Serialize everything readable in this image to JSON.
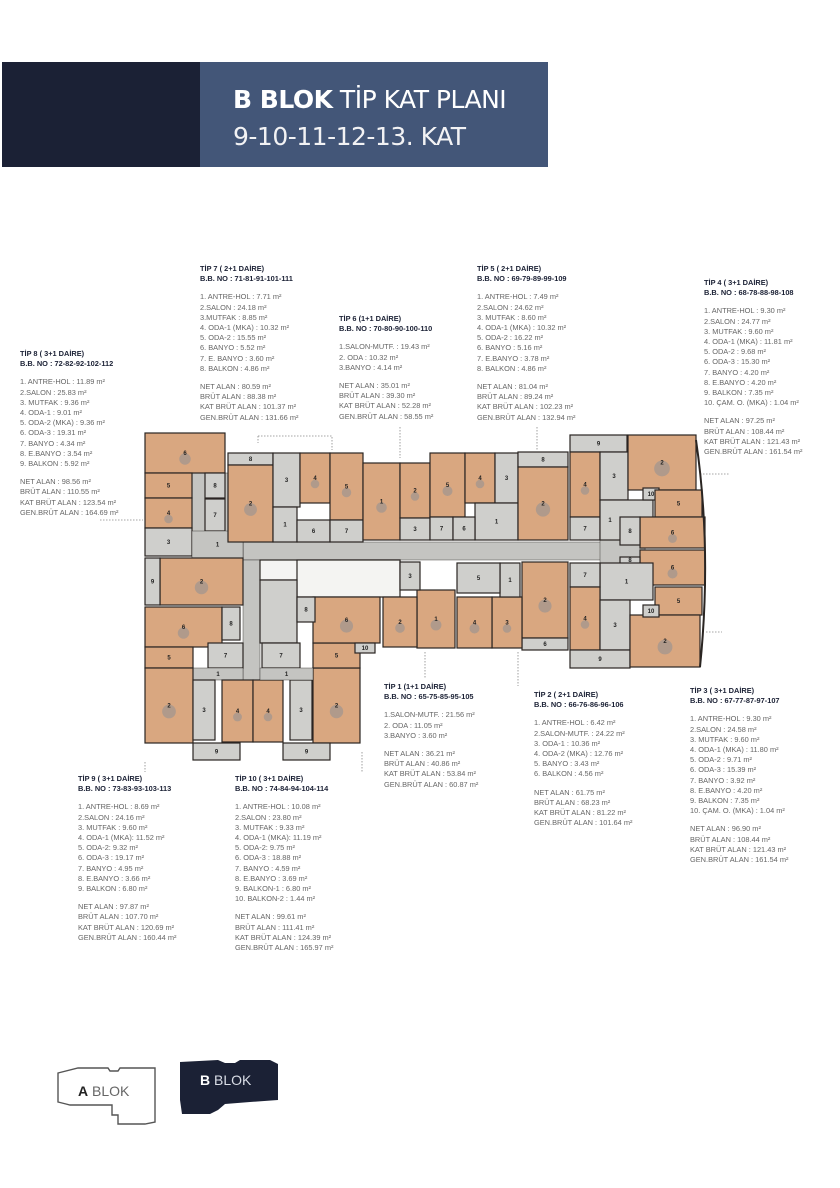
{
  "header": {
    "title_bold": "B BLOK",
    "title_rest": " TİP KAT PLANI",
    "subtitle": "9-10-11-12-13. KAT",
    "colors": {
      "dark": "#1b2135",
      "blue": "#435678"
    }
  },
  "units": [
    {
      "id": "tip-8",
      "title": "TİP 8 ( 3+1 DAİRE)",
      "bb_no": "B.B. NO : 72-82-92-102-112",
      "rooms": [
        "1. ANTRE-HOL : 11.89 m²",
        "2.SALON : 25.83 m²",
        "3. MUTFAK : 9.36 m²",
        "4. ODA-1 : 9.01 m²",
        "5. ODA-2 (MKA) : 9.36 m²",
        "6. ODA-3 : 19.31 m²",
        "7. BANYO : 4.34 m²",
        "8. E.BANYO : 3.54 m²",
        "9. BALKON : 5.92 m²"
      ],
      "areas": [
        "NET ALAN : 98.56 m²",
        "BRÜT ALAN : 110.55 m²",
        "KAT BRÜT ALAN : 123.54 m²",
        "GEN.BRÜT ALAN : 164.69 m²"
      ]
    },
    {
      "id": "tip-7",
      "title": "TİP 7 ( 2+1 DAİRE)",
      "bb_no": "B.B. NO : 71-81-91-101-111",
      "rooms": [
        "1. ANTRE-HOL : 7.71 m²",
        "2.SALON : 24.18 m²",
        "3.MUTFAK : 8.85 m²",
        "4. ODA-1 (MKA) : 10.32 m²",
        "5. ODA-2 : 15.55 m²",
        "6. BANYO : 5.52 m²",
        "7. E. BANYO : 3.60 m²",
        "8. BALKON : 4.86 m²"
      ],
      "areas": [
        "NET ALAN : 80.59 m²",
        "BRÜT ALAN : 88.38 m²",
        "KAT BRÜT ALAN : 101.37 m²",
        "GEN.BRÜT ALAN : 131.66 m²"
      ]
    },
    {
      "id": "tip-6",
      "title": "TİP 6 (1+1 DAİRE)",
      "bb_no": "B.B. NO : 70-80-90-100-110",
      "rooms": [
        "1.SALON-MUTF. : 19.43 m²",
        "2. ODA : 10.32 m²",
        "3.BANYO : 4.14 m²"
      ],
      "areas": [
        "NET ALAN : 35.01 m²",
        "BRÜT ALAN : 39.30 m²",
        "KAT BRÜT ALAN : 52.28 m²",
        "GEN.BRÜT ALAN : 58.55 m²"
      ]
    },
    {
      "id": "tip-5",
      "title": "TİP 5 ( 2+1 DAİRE)",
      "bb_no": "B.B. NO : 69-79-89-99-109",
      "rooms": [
        "1. ANTRE-HOL : 7.49 m²",
        "2.SALON : 24.62 m²",
        "3. MUTFAK : 8.60 m²",
        "4. ODA-1 (MKA) : 10.32 m²",
        "5. ODA-2 : 16.22 m²",
        "6. BANYO : 5.16 m²",
        "7. E.BANYO : 3.78 m²",
        "8. BALKON : 4.86 m²"
      ],
      "areas": [
        "NET ALAN : 81.04 m²",
        "BRÜT ALAN : 89.24 m²",
        "KAT BRÜT ALAN : 102.23 m²",
        "GEN.BRÜT ALAN : 132.94 m²"
      ]
    },
    {
      "id": "tip-4",
      "title": "TİP 4 ( 3+1 DAİRE)",
      "bb_no": "B.B. NO : 68-78-88-98-108",
      "rooms": [
        "1. ANTRE-HOL : 9.30 m²",
        "2.SALON : 24.77 m²",
        "3. MUTFAK : 9.60 m²",
        "4. ODA-1 (MKA) : 11.81 m²",
        "5. ODA-2 : 9.68 m²",
        "6. ODA-3 : 15.30 m²",
        "7. BANYO : 4.20 m²",
        "8. E.BANYO : 4.20 m²",
        "9. BALKON : 7.35 m²",
        "10. ÇAM. O. (MKA) : 1.04 m²"
      ],
      "areas": [
        "NET ALAN : 97.25 m²",
        "BRÜT ALAN : 108.44 m²",
        "KAT BRÜT ALAN : 121.43 m²",
        "GEN.BRÜT ALAN : 161.54 m²"
      ]
    },
    {
      "id": "tip-1",
      "title": "TİP 1 (1+1 DAİRE)",
      "bb_no": "B.B. NO : 65-75-85-95-105",
      "rooms": [
        "1.SALON-MUTF. : 21.56 m²",
        "2. ODA : 11.05 m²",
        "3.BANYO : 3.60 m²"
      ],
      "areas": [
        "NET ALAN : 36.21 m²",
        "BRÜT ALAN : 40.86 m²",
        "KAT BRÜT ALAN : 53.84 m²",
        "GEN.BRÜT ALAN : 60.87 m²"
      ]
    },
    {
      "id": "tip-2",
      "title": "TİP 2 ( 2+1 DAİRE)",
      "bb_no": "B.B. NO : 66-76-86-96-106",
      "rooms": [
        "1. ANTRE-HOL : 6.42 m²",
        "2.SALON-MUTF. : 24.22 m²",
        "3. ODA-1 : 10.36 m²",
        "4. ODA-2 (MKA) : 12.76 m²",
        "5. BANYO : 3.43 m²",
        "6. BALKON : 4.56 m²"
      ],
      "areas": [
        "NET ALAN : 61.75 m²",
        "BRÜT ALAN : 68.23 m²",
        "KAT BRÜT ALAN : 81.22 m²",
        "GEN.BRÜT ALAN : 101.64 m²"
      ]
    },
    {
      "id": "tip-3",
      "title": "TİP 3 ( 3+1 DAİRE)",
      "bb_no": "B.B. NO : 67-77-87-97-107",
      "rooms": [
        "1. ANTRE-HOL : 9.30 m²",
        "2.SALON : 24.58 m²",
        "3. MUTFAK : 9.60 m²",
        "4. ODA-1 (MKA) : 11.80 m²",
        "5. ODA-2 : 9.71 m²",
        "6. ODA-3 : 15.39 m²",
        "7. BANYO : 3.92 m²",
        "8. E.BANYO : 4.20 m²",
        "9. BALKON : 7.35 m²",
        "10. ÇAM. O. (MKA) : 1.04 m²"
      ],
      "areas": [
        "NET ALAN : 96.90 m²",
        "BRÜT ALAN : 108.44 m²",
        "KAT BRÜT ALAN : 121.43 m²",
        "GEN.BRÜT ALAN : 161.54 m²"
      ]
    },
    {
      "id": "tip-9",
      "title": "TİP 9 ( 3+1 DAİRE)",
      "bb_no": "B.B. NO : 73-83-93-103-113",
      "rooms": [
        "1. ANTRE-HOL : 8.69 m²",
        "2.SALON : 24.16 m²",
        "3. MUTFAK : 9.60 m²",
        "4. ODA-1 (MKA): 11.52 m²",
        "5. ODA-2: 9.32 m²",
        "6. ODA-3 : 19.17 m²",
        "7. BANYO : 4.95 m²",
        "8. E.BANYO : 3.66 m²",
        "9. BALKON : 6.80 m²"
      ],
      "areas": [
        "NET ALAN : 97.87 m²",
        "BRÜT ALAN : 107.70 m²",
        "KAT BRÜT ALAN : 120.69 m²",
        "GEN.BRÜT ALAN : 160.44 m²"
      ]
    },
    {
      "id": "tip-10",
      "title": "TİP 10 ( 3+1 DAİRE)",
      "bb_no": "B.B. NO : 74-84-94-104-114",
      "rooms": [
        "1. ANTRE-HOL : 10.08 m²",
        "2.SALON : 23.80 m²",
        "3. MUTFAK : 9.33 m²",
        "4. ODA-1 (MKA): 11.19 m²",
        "5. ODA-2: 9.75 m²",
        "6. ODA-3 : 18.88 m²",
        "7. BANYO : 4.59 m²",
        "8. E.BANYO : 3.69 m²",
        "9. BALKON-1 : 6.80 m²",
        "10. BALKON-2 : 1.44 m²"
      ],
      "areas": [
        "NET ALAN : 99.61 m²",
        "BRÜT ALAN : 111.41 m²",
        "KAT BRÜT ALAN : 124.39 m²",
        "GEN.BRÜT ALAN : 165.97 m²"
      ]
    }
  ],
  "floor_plan": {
    "colors": {
      "room": "#d9a780",
      "wet": "#cfcfcc",
      "corridor": "#c4c4c1",
      "wall": "#2a2522",
      "core": "#f4f4f2"
    },
    "room_labels": [
      "6",
      "5",
      "4",
      "3",
      "8",
      "7",
      "1",
      "8",
      "2",
      "3",
      "1",
      "4",
      "5",
      "6",
      "7",
      "1",
      "2",
      "3",
      "5",
      "4",
      "3",
      "1",
      "7",
      "6",
      "8",
      "2",
      "9",
      "4",
      "3",
      "7",
      "1",
      "2",
      "10",
      "5",
      "6",
      "8",
      "6",
      "8",
      "5",
      "1",
      "7",
      "4",
      "3",
      "9",
      "2",
      "10",
      "2",
      "6",
      "3",
      "4",
      "1",
      "5",
      "1",
      "3",
      "2",
      "2",
      "9",
      "6",
      "8",
      "5",
      "7",
      "1",
      "2",
      "3",
      "4",
      "9",
      "4",
      "3",
      "2",
      "5",
      "6",
      "8",
      "7",
      "1",
      "9",
      "10"
    ]
  },
  "block_selector": {
    "a_blok": {
      "bold": "A",
      "rest": " BLOK"
    },
    "b_blok": {
      "bold": "B",
      "rest": " BLOK"
    }
  }
}
